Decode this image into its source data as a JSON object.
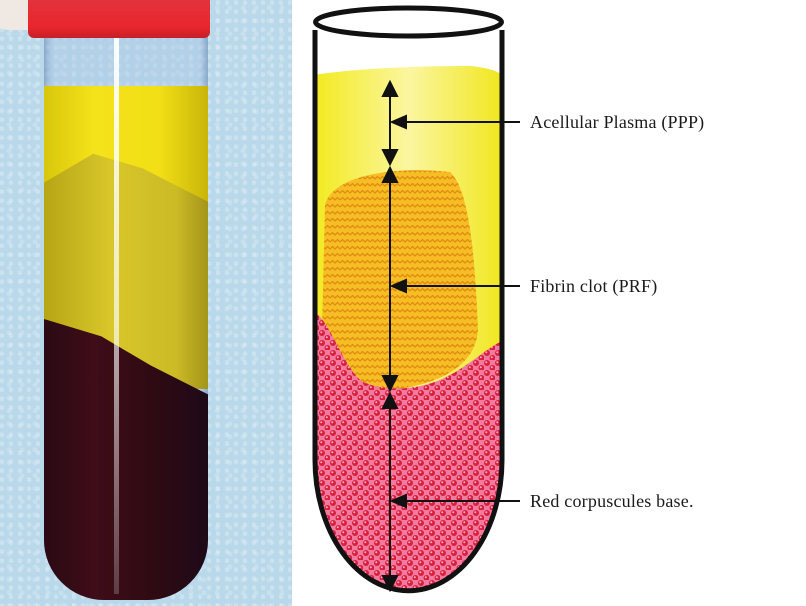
{
  "figure": {
    "left_panel": {
      "kind": "photograph",
      "description": "Centrifuged blood tube with red cap showing PPP, PRF clot and red blood cell layers"
    },
    "right_panel": {
      "kind": "schematic",
      "labels": [
        {
          "id": "ppp",
          "text": "Acellular Plasma (PPP)"
        },
        {
          "id": "prf",
          "text": "Fibrin clot (PRF)"
        },
        {
          "id": "rbc",
          "text": "Red corpuscules base."
        }
      ]
    },
    "colors": {
      "cap_red": "#e8262e",
      "plasma_yellow": "#f6ee2a",
      "fibrin_orange": "#f5b21e",
      "rbc_red": "#e0304a",
      "rbc_dark": "#2e0a12",
      "background_blue": "#b9d8ea"
    }
  }
}
